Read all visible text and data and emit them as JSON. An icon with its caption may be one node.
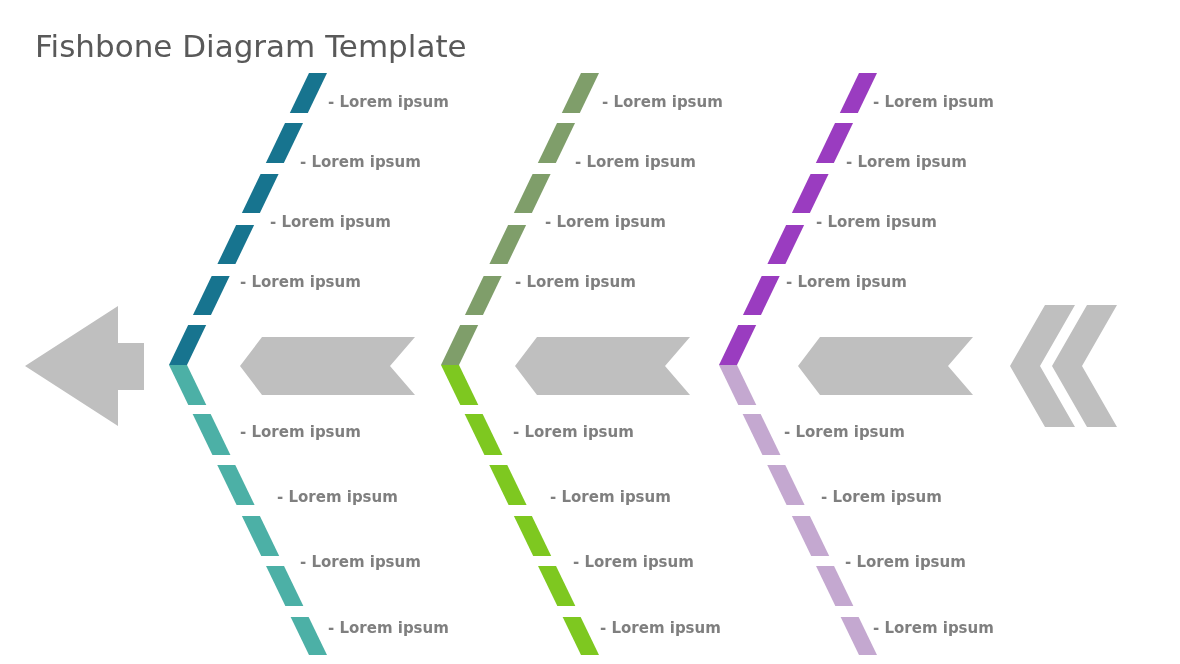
{
  "diagram": {
    "title": "Fishbone Diagram Template",
    "labels": [
      "- Lorem ipsum",
      "- Lorem ipsum",
      "- Lorem ipsum",
      "- Lorem ipsum",
      "- Lorem ipsum",
      "- Lorem ipsum",
      "- Lorem ipsum",
      "- Lorem ipsum",
      "- Lorem ipsum",
      "- Lorem ipsum",
      "- Lorem ipsum",
      "- Lorem ipsum",
      "- Lorem ipsum",
      "- Lorem ipsum",
      "- Lorem ipsum",
      "- Lorem ipsum",
      "- Lorem ipsum",
      "- Lorem ipsum",
      "- Lorem ipsum",
      "- Lorem ipsum",
      "- Lorem ipsum",
      "- Lorem ipsum",
      "- Lorem ipsum",
      "- Lorem ipsum"
    ]
  }
}
